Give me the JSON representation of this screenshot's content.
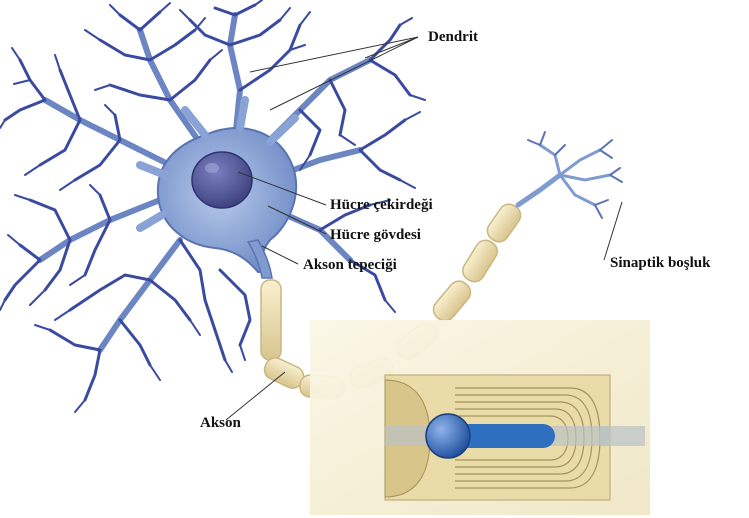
{
  "labels": {
    "dendrit": "Dendrit",
    "nucleus": "Hücre çekirdeği",
    "cell_body": "Hücre gövdesi",
    "axon_hillock": "Akson tepeciği",
    "synaptic_gap": "Sinaptik boşluk",
    "axon": "Akson"
  },
  "colors": {
    "dendrite": "#3a4aa0",
    "cell_body": "#7f9bd0",
    "nucleus": "#4a4f8e",
    "myelin": "#efe2b2",
    "myelin_edge": "#c9b680",
    "inset_bg": "#f4efd6",
    "axon_core": "#2f6fc0"
  }
}
